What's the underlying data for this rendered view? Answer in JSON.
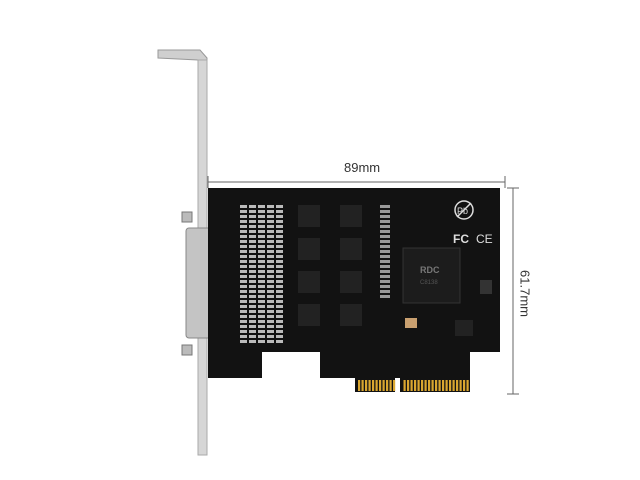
{
  "dimensions": {
    "width_label": "89mm",
    "height_label": "61.7mm"
  },
  "chip": {
    "brand": "RDC",
    "model": "C8138"
  },
  "marks": {
    "fcc": "FC",
    "ce": "CE",
    "pb_free": "Pb"
  },
  "colors": {
    "pcb": "#111111",
    "bracket": "#c8c8c8",
    "gold": "#d9a630",
    "dimension_line": "#555555"
  }
}
